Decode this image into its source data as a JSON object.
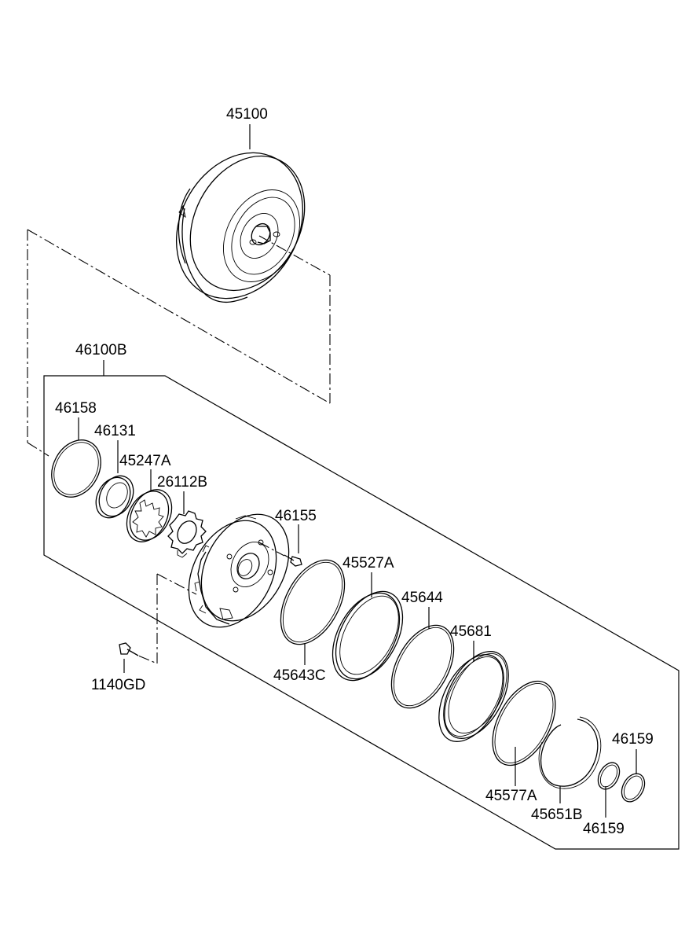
{
  "parts": {
    "p45100": "45100",
    "p46100B": "46100B",
    "p46158": "46158",
    "p46131": "46131",
    "p45247A": "45247A",
    "p26112B": "26112B",
    "p46155": "46155",
    "p45527A": "45527A",
    "p45644": "45644",
    "p45681": "45681",
    "p45643C": "45643C",
    "p1140GD": "1140GD",
    "p46159a": "46159",
    "p45577A": "45577A",
    "p45651B": "45651B",
    "p46159b": "46159"
  }
}
